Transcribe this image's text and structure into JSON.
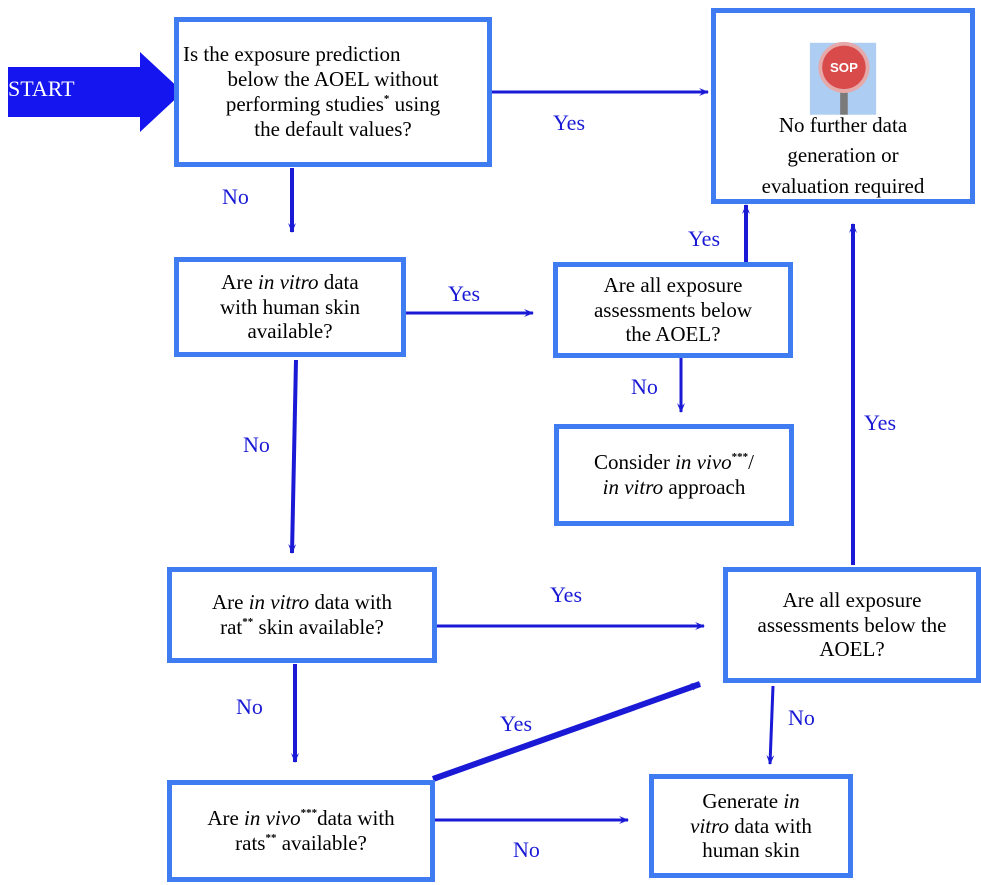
{
  "start": "START",
  "boxes": {
    "q1": {
      "line1": "Is the exposure prediction",
      "line2": "below the AOEL without",
      "line3_a": "performing studies",
      "line3_sup": "*",
      "line3_b": " using",
      "line4": "the default values?"
    },
    "stop": {
      "sign_text": "SOP",
      "line1": "No further data",
      "line2": "generation or",
      "line3": "evaluation required"
    },
    "q2": {
      "a": "Are ",
      "italic": "in vitro",
      "b": " data",
      "line2": "with human skin",
      "line3": "available?"
    },
    "q3": {
      "line1": "Are all exposure",
      "line2": "assessments below",
      "line3": "the AOEL?"
    },
    "consider": {
      "a": "Consider ",
      "italic1": "in vivo",
      "sup": "***",
      "b": "/",
      "italic2": "in vitro",
      "c": " approach"
    },
    "q4": {
      "a": "Are ",
      "italic": "in vitro",
      "b": "  data with",
      "c": "rat",
      "sup": "**",
      "d": " skin available?"
    },
    "q5": {
      "line1": "Are all exposure",
      "line2": "assessments below the",
      "line3": "AOEL?"
    },
    "q6": {
      "a": "Are ",
      "italic": "in vivo",
      "sup": "***",
      "b": "data with",
      "c": "rats",
      "sup2": "**",
      "d": " available?"
    },
    "generate": {
      "a": "Generate ",
      "italic1": "in",
      "italic2": "vitro",
      "b": " data with",
      "line3": "human skin"
    }
  },
  "labels": {
    "yes_q1": "Yes",
    "no_q1": "No",
    "yes_q2": "Yes",
    "no_q2": "No",
    "yes_q3": "Yes",
    "no_q3": "No",
    "yes_q4": "Yes",
    "no_q4": "No",
    "yes_q5": "Yes",
    "no_q5": "No",
    "yes_q6": "Yes",
    "no_q6": "No"
  },
  "colors": {
    "box_border": "#3f7cf2",
    "arrow": "#1a1ad6",
    "start_arrow": "#1515ef",
    "stop_sign": "#d94a4a"
  }
}
